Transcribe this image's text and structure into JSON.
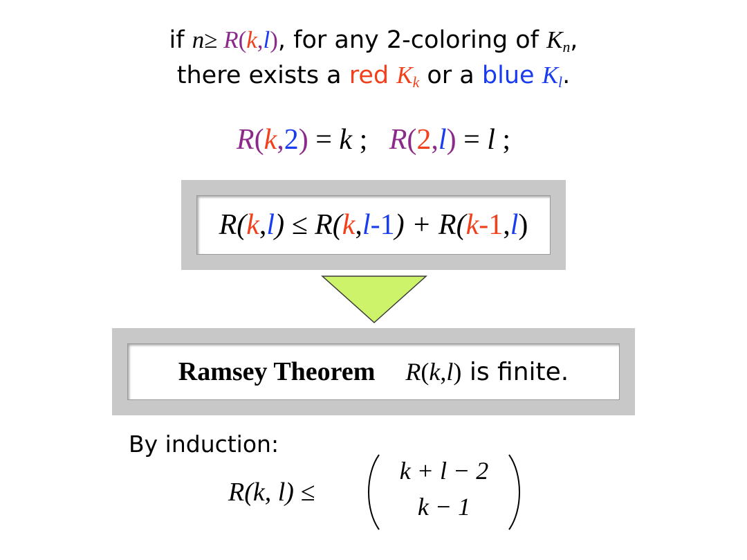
{
  "statement": {
    "line1_if": "if ",
    "line1_n": "n",
    "line1_ge": "≥ ",
    "line1_R": "R",
    "line1_open": "(",
    "line1_k": "k",
    "line1_comma": ",",
    "line1_l": "l",
    "line1_close": ")",
    "line1_text": ", for any 2-coloring of  ",
    "line1_K": "K",
    "line1_Ksub": "n",
    "line1_end": ",",
    "line2_start": "there exists a ",
    "line2_red": "red ",
    "line2_K1": "K",
    "line2_K1sub": "k",
    "line2_mid": " or a ",
    "line2_blue": "blue ",
    "line2_K2": "K",
    "line2_K2sub": "l",
    "line2_end": "."
  },
  "base_cases": {
    "a_R": "R",
    "a_open": "(",
    "a_k": "k",
    "a_comma": ",",
    "a_2": "2",
    "a_close": ")",
    "a_eq": " = ",
    "a_val": "k",
    "a_semi": " ;   ",
    "b_R": "R",
    "b_open": "(",
    "b_2": "2",
    "b_comma": ",",
    "b_l": "l",
    "b_close": ")",
    "b_eq": " = ",
    "b_val": "l",
    "b_semi": " ;"
  },
  "recurrence": {
    "R1": "R(",
    "k1": "k",
    "c1": ",",
    "l1": "l",
    "p1": ") ≤ R(",
    "k2": "k",
    "c2": ",",
    "l2": "l",
    "m2": "-1",
    "p2": ") + R(",
    "k3": "k",
    "m3": "-1",
    "c3": ",",
    "l3": "l",
    "p3": ")"
  },
  "arrow": {
    "fill": "#ccf36a",
    "stroke": "#3a3a3a"
  },
  "theorem": {
    "name": "Ramsey Theorem",
    "R": "R",
    "open": "(",
    "k": "k",
    "comma": ",",
    "l": "l",
    "close": ")",
    "text": " is finite."
  },
  "induction": {
    "label": "By induction:",
    "lhs": "R(k, l) ≤",
    "top": "k + l − 2",
    "bottom": "k − 1"
  },
  "colors": {
    "purple": "#8b2a8a",
    "red": "#f2401c",
    "blue": "#1a3cf0",
    "frame": "#c8c8c8"
  }
}
